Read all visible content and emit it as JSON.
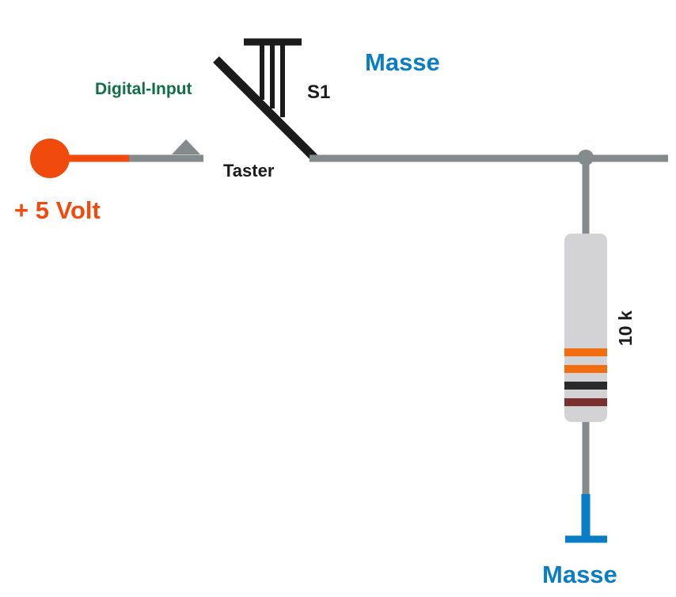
{
  "labels": {
    "masse_top": "Masse",
    "digital_input": "Digital-Input",
    "switch_id": "S1",
    "switch_name": "Taster",
    "supply": "+ 5 Volt",
    "resistor_value": "10 k",
    "masse_bottom": "Masse"
  },
  "colors": {
    "wire": "#858a8d",
    "supply": "#f04a0c",
    "ground": "#0a7ec4",
    "switch": "#1b1b1b",
    "digital_input_text": "#0f7045",
    "resistor_body": "#d3d3d6",
    "band_1": "#f26d0f",
    "band_2": "#f26d0f",
    "band_3": "#2a2a2a",
    "band_4": "#7b3030"
  },
  "components": {
    "switch": {
      "type": "pushbutton",
      "icon": "pushbutton-switch-icon"
    },
    "resistor": {
      "type": "resistor",
      "icon": "resistor-icon"
    },
    "ground": {
      "icon": "ground-symbol-icon"
    },
    "supply": {
      "icon": "supply-terminal-icon"
    }
  }
}
